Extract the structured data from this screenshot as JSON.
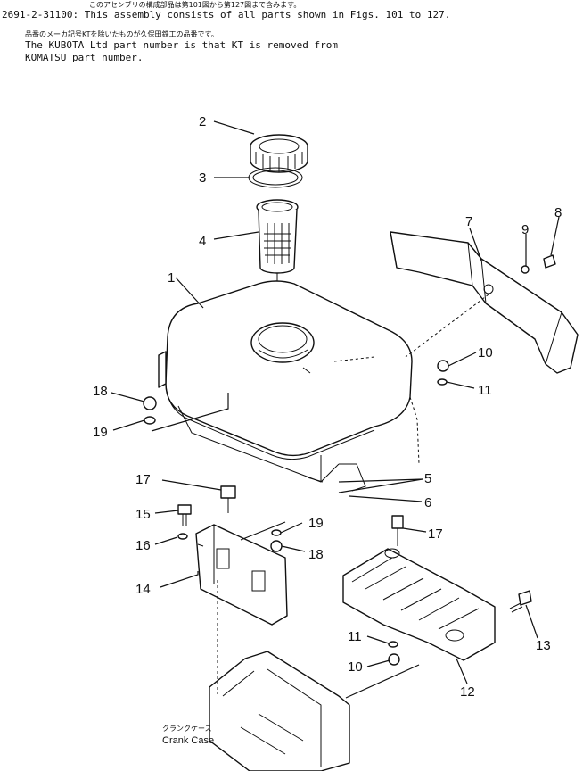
{
  "header": {
    "jp_line1": "このアセンブリの構成部品は第101図から第127図まで含みます。",
    "line1": "2691-2-31100: This assembly consists of all parts shown in Figs. 101 to 127.",
    "jp_line2": "品番のメーカ記号KTを除いたものが久保田鉄工の品番です。",
    "line2": "The KUBOTA Ltd part number is that KT is removed from",
    "line3": "KOMATSU part number."
  },
  "callouts": [
    "1",
    "2",
    "3",
    "4",
    "5",
    "6",
    "7",
    "8",
    "9",
    "10",
    "10",
    "11",
    "11",
    "12",
    "13",
    "14",
    "15",
    "16",
    "17",
    "17",
    "18",
    "18",
    "19",
    "19"
  ],
  "crank_case": {
    "jp": "クランクケース",
    "en": "Crank Case"
  }
}
